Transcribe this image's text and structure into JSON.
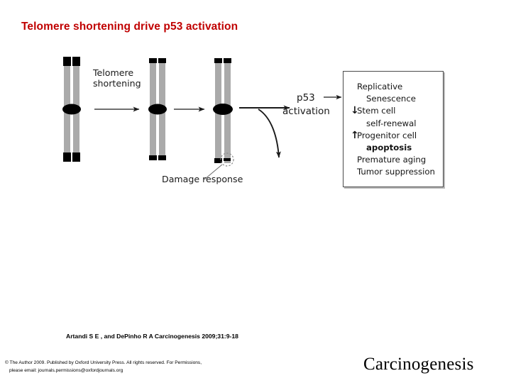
{
  "slide": {
    "title": "Telomere shortening drive p53 activation",
    "title_color": "#C00000",
    "background": "#ffffff"
  },
  "figure": {
    "labels": {
      "telomere_shortening": "Telomere shortening",
      "telomere_shortening_line1": "Telomere",
      "telomere_shortening_line2": "shortening",
      "damage_response": "Damage response",
      "p53": "p53",
      "p53_activation": "activation"
    },
    "chromosomes": [
      {
        "name": "chromosome-long-telomeres",
        "telomere_state": "long"
      },
      {
        "name": "chromosome-shortened-telomeres",
        "telomere_state": "short"
      },
      {
        "name": "chromosome-critically-short-telomeres",
        "telomere_state": "critical"
      }
    ],
    "colors": {
      "chromatid": "#aaaaaa",
      "telomere_cap": "#000000",
      "centromere": "#000000",
      "arrow": "#1a1a1a",
      "damage_circle": "#8c8c8c"
    }
  },
  "outcomes_box": {
    "border_color": "#4a4a4a",
    "items": [
      {
        "arrow": "",
        "text": "Replicative",
        "indent": false,
        "bold": false
      },
      {
        "arrow": "",
        "text": "Senescence",
        "indent": true,
        "bold": false
      },
      {
        "arrow": "↓",
        "text": "Stem cell",
        "indent": false,
        "bold": false
      },
      {
        "arrow": "",
        "text": "self-renewal",
        "indent": true,
        "bold": false
      },
      {
        "arrow": "↑",
        "text": "Progenitor cell",
        "indent": false,
        "bold": false
      },
      {
        "arrow": "",
        "text": "apoptosis",
        "indent": true,
        "bold": true
      },
      {
        "arrow": "",
        "text": "Premature aging",
        "indent": false,
        "bold": false
      },
      {
        "arrow": "",
        "text": "Tumor suppression",
        "indent": false,
        "bold": false
      }
    ]
  },
  "footer": {
    "citation": "Artandi S E , and DePinho R A Carcinogenesis 2009;31:9-18",
    "copyright_line1": "© The Author 2009. Published by Oxford University Press. All rights reserved. For Permissions,",
    "copyright_line2": "please email: journals.permissions@oxfordjournals.org",
    "journal_logo": "Carcinogenesis"
  }
}
